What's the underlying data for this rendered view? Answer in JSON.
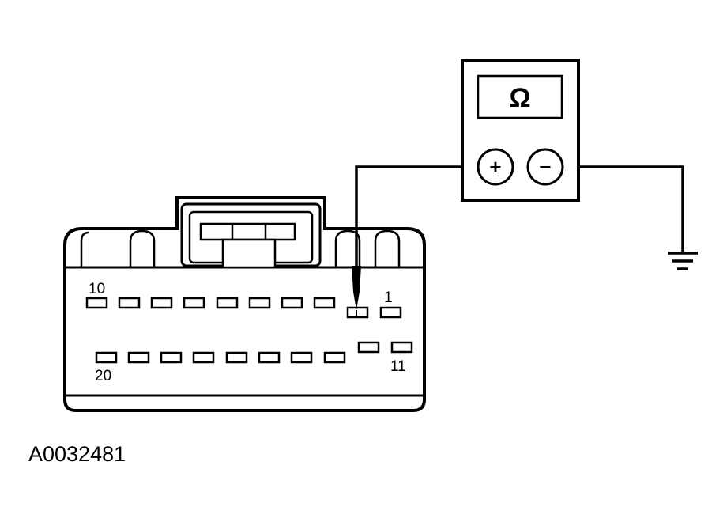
{
  "meter": {
    "symbol": "Ω",
    "positive_label": "+",
    "negative_label": "−"
  },
  "connector": {
    "pin_labels": {
      "top_left": "10",
      "top_right": "1",
      "bottom_left": "20",
      "bottom_right": "11"
    },
    "top_row_pin_count": 10,
    "bottom_row_pin_count": 10
  },
  "ground": {
    "icon": "ground-icon"
  },
  "figure_id": "A0032481",
  "colors": {
    "line": "#000000",
    "background": "#ffffff"
  }
}
